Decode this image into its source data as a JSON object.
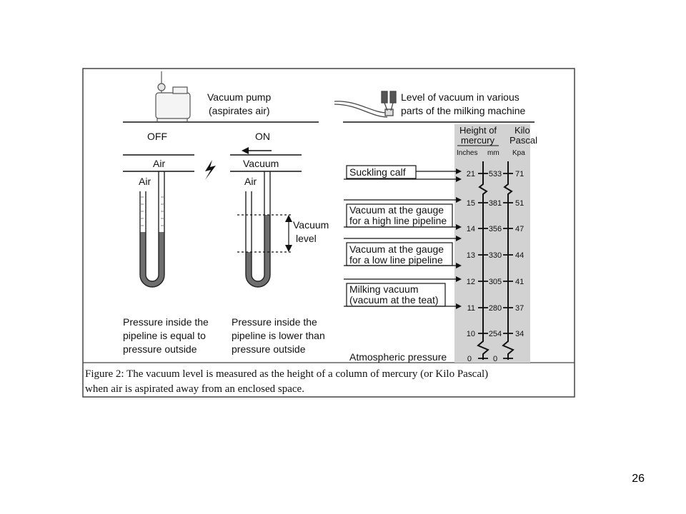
{
  "pump": {
    "label_line1": "Vacuum pump",
    "label_line2": "(aspirates air)",
    "off_label": "OFF",
    "on_label": "ON"
  },
  "tube_off": {
    "pipe_label": "Air",
    "tube_label": "Air",
    "caption_line1": "Pressure inside the",
    "caption_line2": "pipeline is equal to",
    "caption_line3": "pressure outside"
  },
  "tube_on": {
    "pipe_label": "Vacuum",
    "tube_label": "Air",
    "level_label_line1": "Vacuum",
    "level_label_line2": "level",
    "caption_line1": "Pressure inside the",
    "caption_line2": "pipeline is lower than",
    "caption_line3": "pressure outside"
  },
  "milking": {
    "title_line1": "Level of vacuum in various",
    "title_line2": "parts of the milking machine"
  },
  "scale": {
    "mercury_header_line1": "Height of",
    "mercury_header_line2": "mercury",
    "kilo_header_line1": "Kilo",
    "kilo_header_line2": "Pascal",
    "inches_unit": "Inches",
    "mm_unit": "mm",
    "kpa_unit": "Kpa",
    "rows": [
      {
        "inches": "21",
        "mm": "533",
        "kpa": "71"
      },
      {
        "inches": "15",
        "mm": "381",
        "kpa": "51"
      },
      {
        "inches": "14",
        "mm": "356",
        "kpa": "47"
      },
      {
        "inches": "13",
        "mm": "330",
        "kpa": "44"
      },
      {
        "inches": "12",
        "mm": "305",
        "kpa": "41"
      },
      {
        "inches": "11",
        "mm": "280",
        "kpa": "37"
      },
      {
        "inches": "10",
        "mm": "254",
        "kpa": "34"
      },
      {
        "inches": "0",
        "mm": "0",
        "kpa": ""
      }
    ]
  },
  "labels": {
    "suckling_calf": "Suckling calf",
    "high_line_1": "Vacuum at the gauge",
    "high_line_2": "for a high line pipeline",
    "low_line_1": "Vacuum at the gauge",
    "low_line_2": "for a low line pipeline",
    "milking_1": "Milking vacuum",
    "milking_2": "(vacuum at the teat)",
    "atmospheric": "Atmospheric pressure"
  },
  "caption": {
    "line1": "Figure 2:  The vacuum level is measured as the height of a column of mercury (or Kilo Pascal)",
    "line2": "when air is aspirated away from an enclosed space."
  },
  "page_number": "26",
  "colors": {
    "mercury": "#6e6e6e",
    "scale_panel": "#d2d2d2",
    "line": "#111111"
  }
}
